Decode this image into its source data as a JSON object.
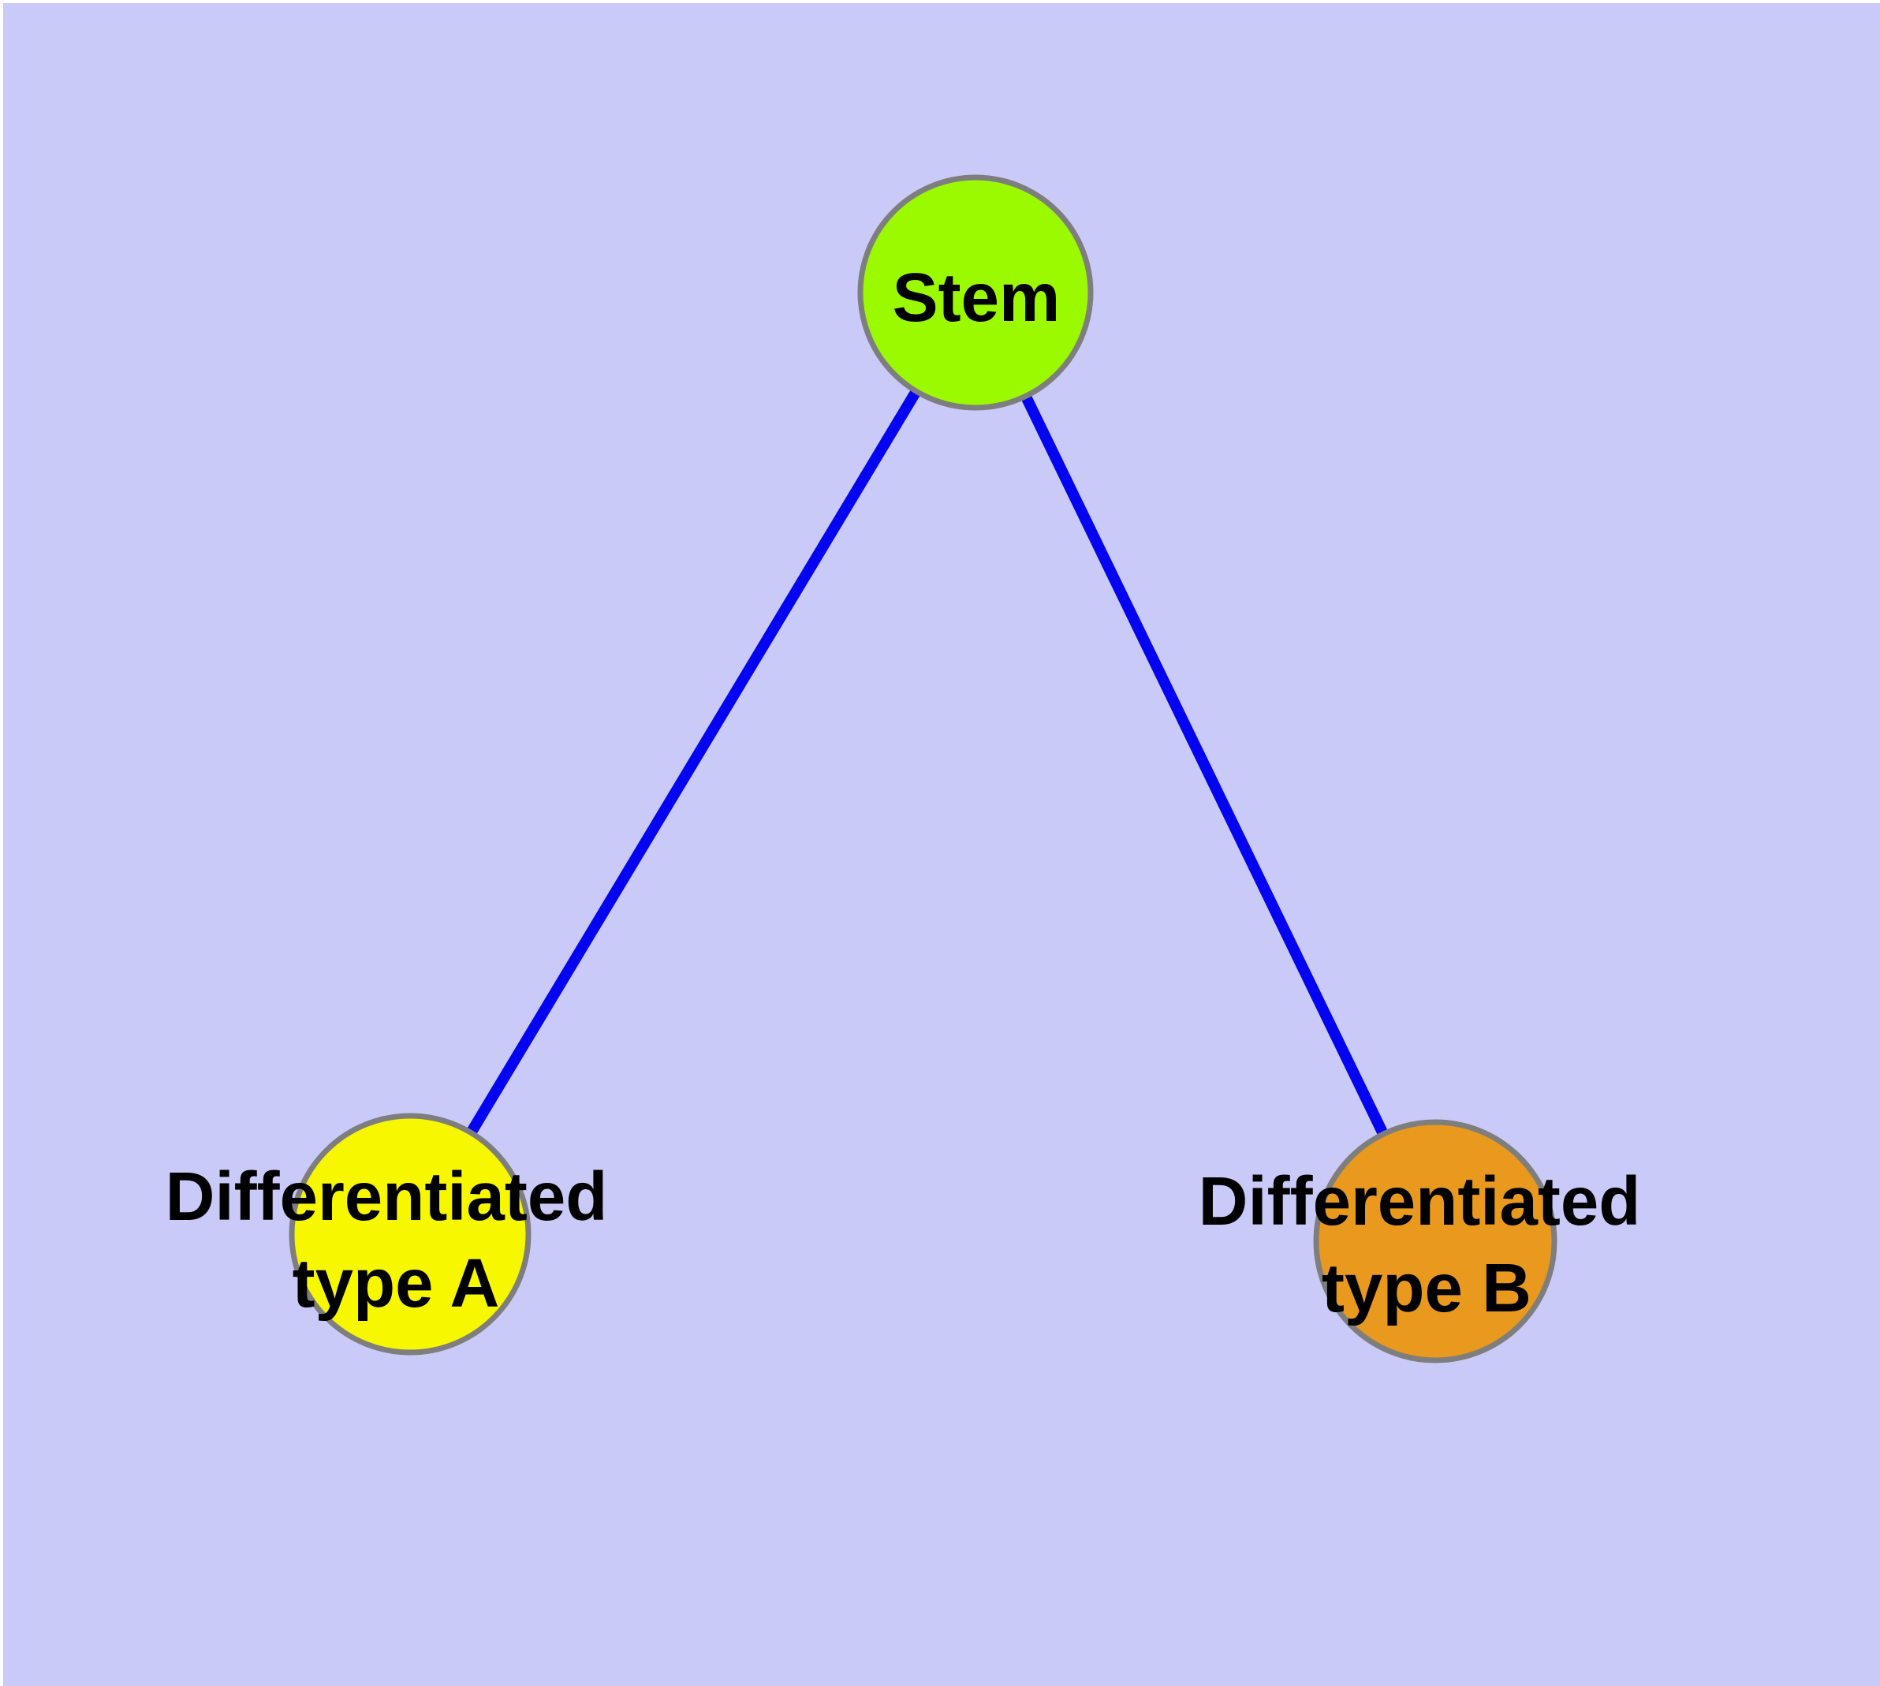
{
  "diagram": {
    "background_color": "#cacaf9",
    "margin_color": "#ffffff",
    "edge_color": "#0404f0",
    "node_border_color": "#7e7e7e",
    "label_color": "#000000",
    "nodes": [
      {
        "id": "stem",
        "label": "Stem",
        "fill": "#9bf900"
      },
      {
        "id": "differentiated-type-a",
        "label_line1": "Differentiated",
        "label_line2": "type A",
        "fill": "#f7f700"
      },
      {
        "id": "differentiated-type-b",
        "label_line1": "Differentiated",
        "label_line2": "type B",
        "fill": "#e8991e"
      }
    ],
    "edges": [
      {
        "from": "stem",
        "to": "differentiated-type-a"
      },
      {
        "from": "stem",
        "to": "differentiated-type-b"
      }
    ]
  }
}
